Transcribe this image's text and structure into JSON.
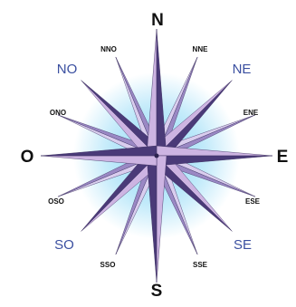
{
  "compass": {
    "cardinal": {
      "north": "N",
      "east": "E",
      "south": "S",
      "west": "O"
    },
    "intercardinal": {
      "northeast": "NE",
      "southeast": "SE",
      "southwest": "SO",
      "northwest": "NO"
    },
    "secondary": {
      "nne": "NNE",
      "ene": "ENE",
      "ese": "ESE",
      "sse": "SSE",
      "sso": "SSO",
      "oso": "OSO",
      "ono": "ONO",
      "nno": "NNO"
    },
    "colors": {
      "cardinal_text": "#111111",
      "intercardinal_text": "#3a4fa0",
      "secondary_text": "#111111",
      "glow": "#7fd3f5",
      "point_light": "#cdb4e2",
      "point_dark": "#4a3a78",
      "minor_point": "#9a88c4"
    }
  }
}
